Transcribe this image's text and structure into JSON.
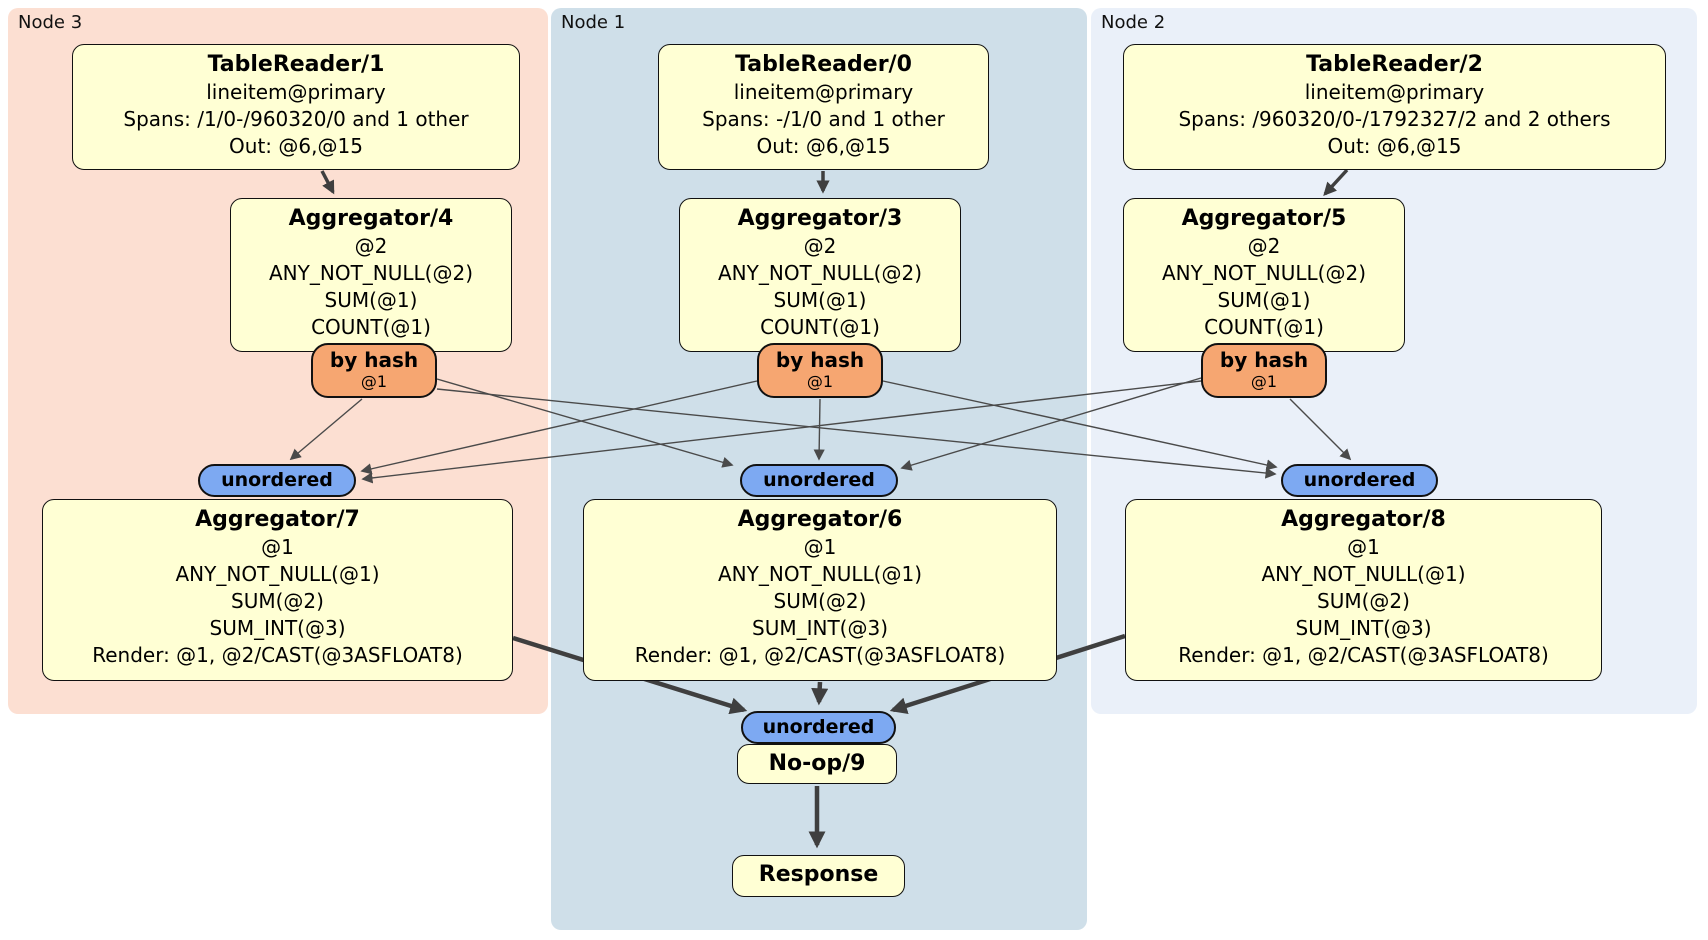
{
  "colors": {
    "node3_region_bg": "#fcdfd2",
    "node1_region_bg": "#cfdfe9",
    "node2_region_bg": "#eaf0f9",
    "processor_box_bg": "#ffffd4",
    "router_bg": "#f6a671",
    "sync_bg": "#7da9f2",
    "edge": "#3f3f3f",
    "border": "#111111"
  },
  "regions": [
    {
      "label": "Node 3"
    },
    {
      "label": "Node 1"
    },
    {
      "label": "Node 2"
    }
  ],
  "processors": {
    "tablereader1": {
      "title": "TableReader/1",
      "lines": [
        "lineitem@primary",
        "Spans: /1/0-/960320/0 and 1 other",
        "Out: @6,@15"
      ]
    },
    "tablereader0": {
      "title": "TableReader/0",
      "lines": [
        "lineitem@primary",
        "Spans: -/1/0 and 1 other",
        "Out: @6,@15"
      ]
    },
    "tablereader2": {
      "title": "TableReader/2",
      "lines": [
        "lineitem@primary",
        "Spans: /960320/0-/1792327/2 and 2 others",
        "Out: @6,@15"
      ]
    },
    "aggregator4": {
      "title": "Aggregator/4",
      "lines": [
        "@2",
        "ANY_NOT_NULL(@2)",
        "SUM(@1)",
        "COUNT(@1)"
      ]
    },
    "aggregator3": {
      "title": "Aggregator/3",
      "lines": [
        "@2",
        "ANY_NOT_NULL(@2)",
        "SUM(@1)",
        "COUNT(@1)"
      ]
    },
    "aggregator5": {
      "title": "Aggregator/5",
      "lines": [
        "@2",
        "ANY_NOT_NULL(@2)",
        "SUM(@1)",
        "COUNT(@1)"
      ]
    },
    "aggregator7": {
      "title": "Aggregator/7",
      "lines": [
        "@1",
        "ANY_NOT_NULL(@1)",
        "SUM(@2)",
        "SUM_INT(@3)",
        "Render: @1, @2/CAST(@3ASFLOAT8)"
      ]
    },
    "aggregator6": {
      "title": "Aggregator/6",
      "lines": [
        "@1",
        "ANY_NOT_NULL(@1)",
        "SUM(@2)",
        "SUM_INT(@3)",
        "Render: @1, @2/CAST(@3ASFLOAT8)"
      ]
    },
    "aggregator8": {
      "title": "Aggregator/8",
      "lines": [
        "@1",
        "ANY_NOT_NULL(@1)",
        "SUM(@2)",
        "SUM_INT(@3)",
        "Render: @1, @2/CAST(@3ASFLOAT8)"
      ]
    },
    "noop9": {
      "title": "No-op/9"
    },
    "response": {
      "title": "Response"
    }
  },
  "routers": [
    {
      "label": "by hash",
      "detail": "@1"
    },
    {
      "label": "by hash",
      "detail": "@1"
    },
    {
      "label": "by hash",
      "detail": "@1"
    }
  ],
  "syncs": [
    {
      "label": "unordered"
    },
    {
      "label": "unordered"
    },
    {
      "label": "unordered"
    },
    {
      "label": "unordered"
    }
  ]
}
